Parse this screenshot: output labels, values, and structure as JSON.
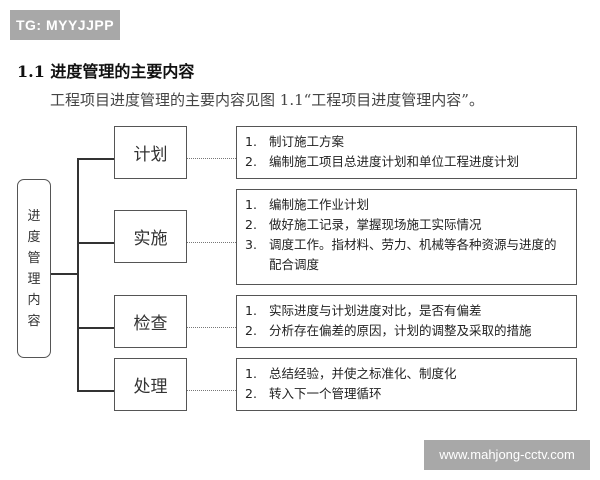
{
  "badge": {
    "text": "TG: MYYJJPP"
  },
  "heading": {
    "text": "1.1 进度管理的主要内容"
  },
  "subtext": {
    "text": "工程项目进度管理的主要内容见图 1.1“工程项目进度管理内容”。"
  },
  "diagram": {
    "root": {
      "chars": [
        "进",
        "度",
        "管",
        "理",
        "内",
        "容"
      ],
      "label": "进度管理内容"
    },
    "stages": [
      {
        "label": "计划",
        "items": [
          {
            "num": "1.",
            "text": "制订施工方案"
          },
          {
            "num": "2.",
            "text": "编制施工项目总进度计划和单位工程进度计划"
          }
        ]
      },
      {
        "label": "实施",
        "items": [
          {
            "num": "1.",
            "text": "编制施工作业计划"
          },
          {
            "num": "2.",
            "text": "做好施工记录，掌握现场施工实际情况"
          },
          {
            "num": "3.",
            "text": "调度工作。指材料、劳力、机械等各种资源与进度的配合调度"
          }
        ]
      },
      {
        "label": "检查",
        "items": [
          {
            "num": "1.",
            "text": "实际进度与计划进度对比，是否有偏差"
          },
          {
            "num": "2.",
            "text": "分析存在偏差的原因，计划的调整及采取的措施"
          }
        ]
      },
      {
        "label": "处理",
        "items": [
          {
            "num": "1.",
            "text": "总结经验，并使之标准化、制度化"
          },
          {
            "num": "2.",
            "text": "转入下一个管理循环"
          }
        ]
      }
    ]
  },
  "watermark": {
    "text": "www.mahjong-cctv.com"
  }
}
